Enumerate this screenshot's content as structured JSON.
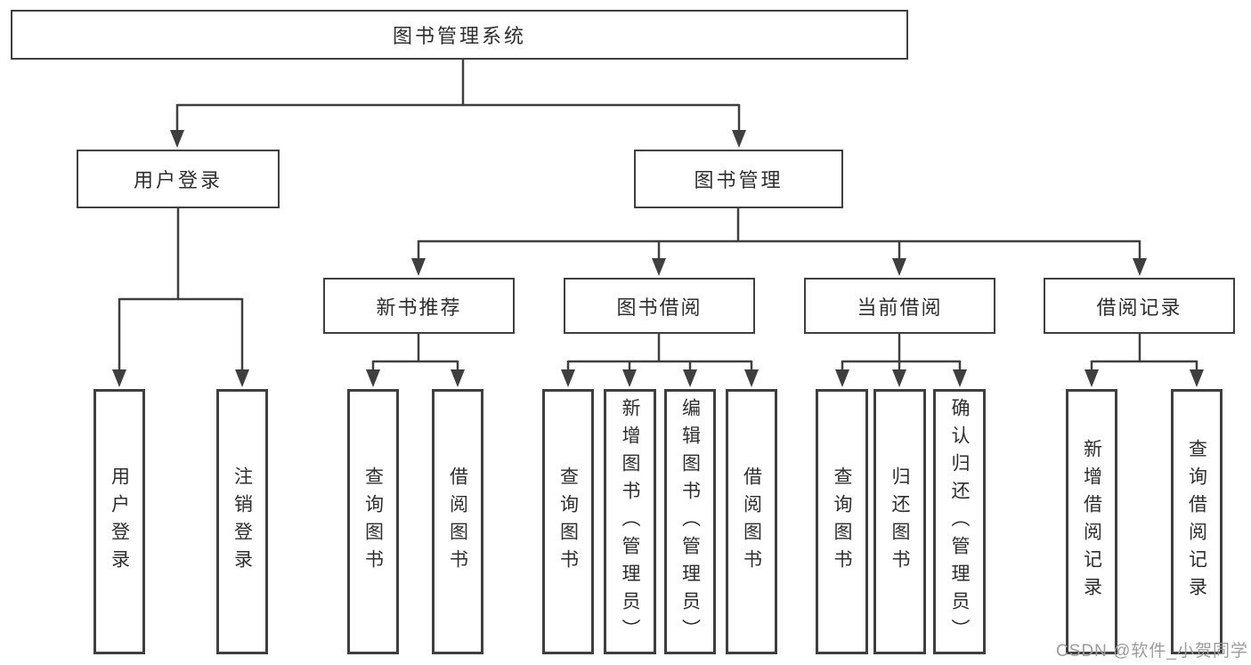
{
  "diagram_title": "图书管理系统",
  "tree": {
    "root": {
      "label": "图书管理系统"
    },
    "level2": [
      {
        "label": "用户登录"
      },
      {
        "label": "图书管理"
      }
    ],
    "level3": [
      {
        "label": "新书推荐",
        "parent": "图书管理"
      },
      {
        "label": "图书借阅",
        "parent": "图书管理"
      },
      {
        "label": "当前借阅",
        "parent": "图书管理"
      },
      {
        "label": "借阅记录",
        "parent": "图书管理"
      }
    ],
    "leaves": [
      {
        "label": "用户登录",
        "parent": "用户登录"
      },
      {
        "label": "注销登录",
        "parent": "用户登录"
      },
      {
        "label": "查询图书",
        "parent": "新书推荐"
      },
      {
        "label": "借阅图书",
        "parent": "新书推荐"
      },
      {
        "label": "查询图书",
        "parent": "图书借阅"
      },
      {
        "label": "新增图书（管理员）",
        "parent": "图书借阅"
      },
      {
        "label": "编辑图书（管理员）",
        "parent": "图书借阅"
      },
      {
        "label": "借阅图书",
        "parent": "图书借阅"
      },
      {
        "label": "查询图书",
        "parent": "当前借阅"
      },
      {
        "label": "归还图书",
        "parent": "当前借阅"
      },
      {
        "label": "确认归还（管理员）",
        "parent": "当前借阅"
      },
      {
        "label": "新增借阅记录",
        "parent": "借阅记录"
      },
      {
        "label": "查询借阅记录",
        "parent": "借阅记录"
      }
    ]
  },
  "watermark": {
    "text": "CSDN @软件_小贺同学",
    "color": "#9c9c9c"
  },
  "colors": {
    "line": "#3f3f3f",
    "text": "#2e2e2e",
    "background": "#ffffff"
  }
}
